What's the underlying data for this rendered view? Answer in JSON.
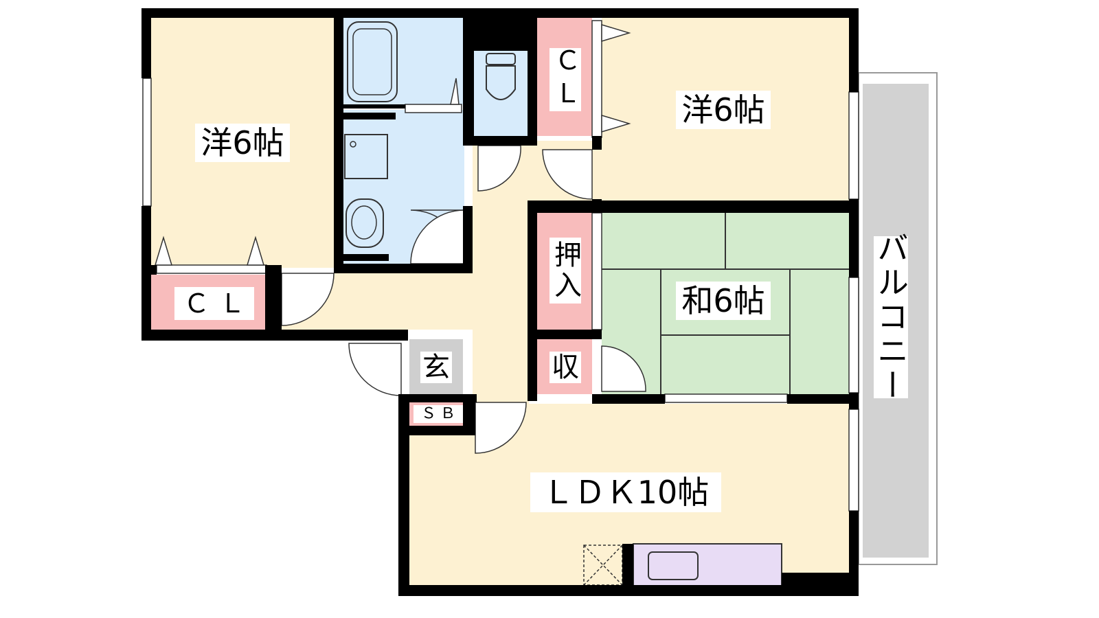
{
  "colors": {
    "wall": "#000000",
    "western_floor": "#fdf1d2",
    "tatami": "#d3ebcd",
    "wet_area": "#d7ebfb",
    "storage": "#f8bcbc",
    "balcony": "#d2d2d2",
    "kitchen": "#e8dcf5",
    "genkan": "#cfcfcf"
  },
  "rooms": {
    "western_left": "洋6帖",
    "western_right": "洋6帖",
    "japanese": "和6帖",
    "ldk": "ＬＤＫ10帖",
    "balcony": "バルコニー",
    "closet_left": "ＣＬ",
    "closet_top": "ＣＬ",
    "oshiire": "押入",
    "storage": "収",
    "genkan": "玄",
    "shoe_box": "ＳＢ"
  }
}
